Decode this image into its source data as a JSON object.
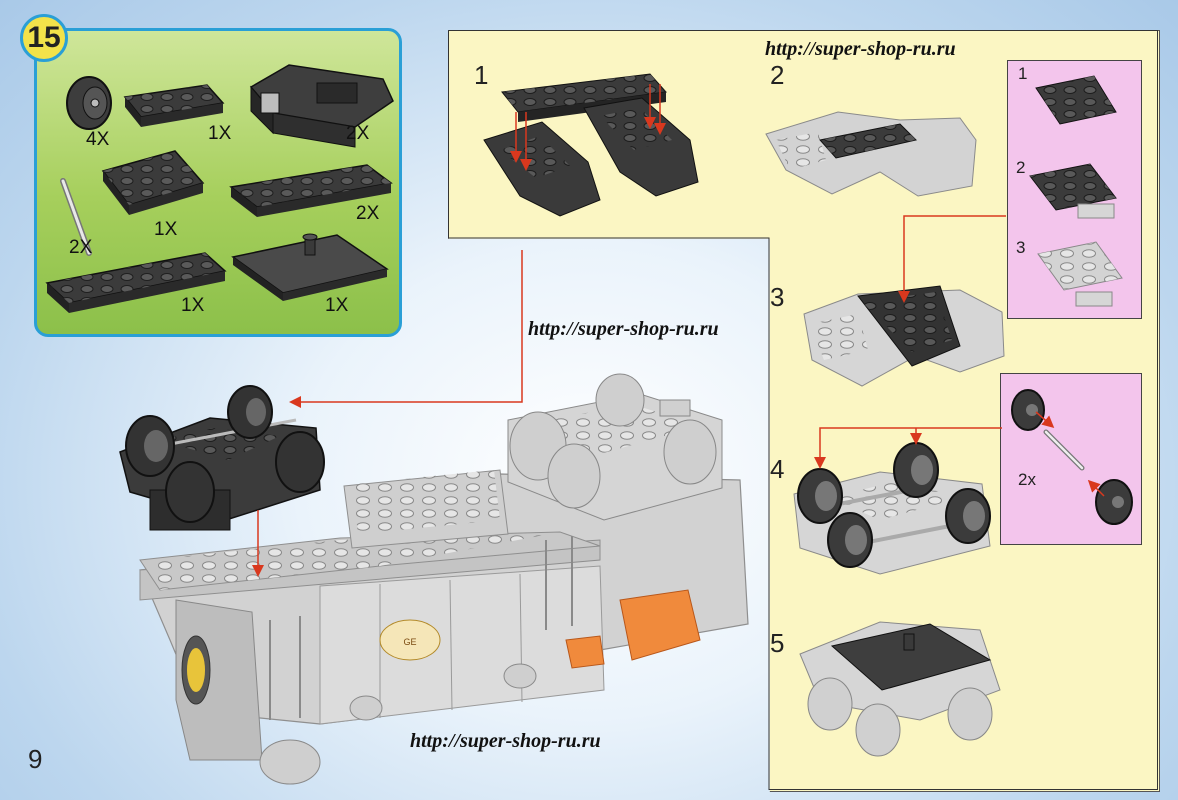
{
  "step_badge": "15",
  "parts": [
    {
      "qty": "4X",
      "part": "wheel-icon"
    },
    {
      "qty": "1X",
      "part": "plate-2x4-icon"
    },
    {
      "qty": "2X",
      "part": "bogie-frame-icon"
    },
    {
      "qty": "1X",
      "part": "plate-4x4-icon"
    },
    {
      "qty": "2X",
      "part": "axle-icon"
    },
    {
      "qty": "2X",
      "part": "plate-2x6-icon"
    },
    {
      "qty": "1X",
      "part": "plate-2x8-icon"
    },
    {
      "qty": "1X",
      "part": "tile-with-pin-icon"
    }
  ],
  "steps": {
    "s1": "1",
    "s2": "2",
    "s3": "3",
    "s4": "4",
    "s5": "5"
  },
  "substeps": {
    "a": "1",
    "b": "2",
    "c": "3",
    "wheel_qty": "2x"
  },
  "watermarks": {
    "top": "http://super-shop-ru.ru",
    "middle": "http://super-shop-ru.ru",
    "bottom": "http://super-shop-ru.ru"
  },
  "page_number": "9",
  "colors": {
    "panel": "#fbf6c3",
    "pink": "#f3c5ec",
    "parts_bg": "#a6cf5c",
    "border": "#2a9fd6",
    "arrow": "#d9381e",
    "brick_dark": "#3b3b3b",
    "brick_light": "#cfcfcf"
  }
}
